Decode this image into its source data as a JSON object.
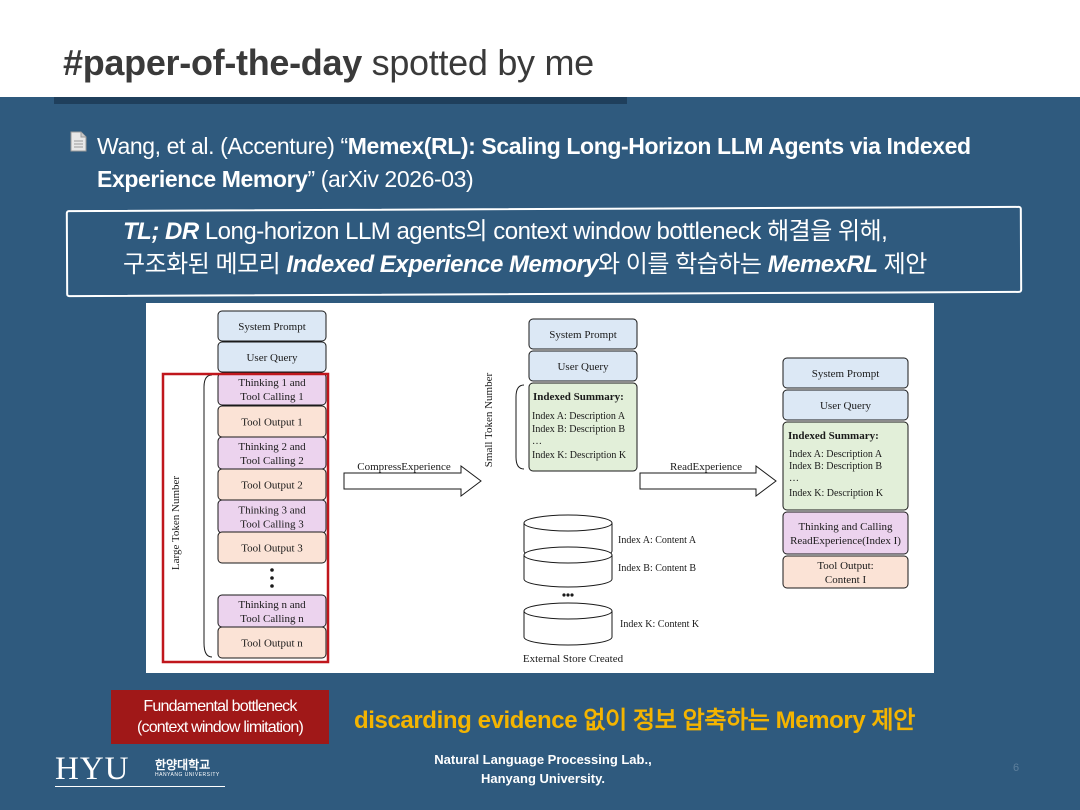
{
  "header": {
    "title_bold": "#paper-of-the-day",
    "title_rest": " spotted by me"
  },
  "citation": {
    "prefix": "Wang, et al. (Accenture) “",
    "title": "Memex(RL): Scaling Long-Horizon LLM Agents via Indexed Experience Memory",
    "suffix": "” (arXiv 2026-03)"
  },
  "tldr": {
    "label": "TL; DR",
    "line1": " Long-horizon LLM agents의 context window bottleneck 해결을 위해,",
    "line2_a": "구조화된 메모리 ",
    "line2_em1": "Indexed Experience Memory",
    "line2_b": "와 이를 학습하는 ",
    "line2_em2": "MemexRL",
    "line2_c": " 제안"
  },
  "figure": {
    "left_stack": [
      "System Prompt",
      "User Query",
      "Thinking 1 and|Tool Calling 1",
      "Tool Output 1",
      "Thinking 2 and|Tool Calling 2",
      "Tool Output 2",
      "Thinking 3 and|Tool Calling 3",
      "Tool Output 3",
      "Thinking n and|Tool Calling n",
      "Tool Output n"
    ],
    "large_label": "Large Token Number",
    "small_label": "Small Token Number",
    "compress_label": "CompressExperience",
    "read_label": "ReadExperience",
    "mid_stack": [
      "System Prompt",
      "User Query"
    ],
    "summary_title": "Indexed Summary:",
    "summary_lines": [
      "Index A: Description A",
      "Index B: Description B",
      "…",
      "Index K: Description K"
    ],
    "store_labels": [
      "Index A: Content A",
      "Index B: Content B",
      "Index K: Content K"
    ],
    "store_caption": "External Store Created",
    "right_stack": [
      "System Prompt",
      "User Query"
    ],
    "thinking_box": "Thinking and Calling|ReadExperience(Index I)",
    "tool_output_box": "Tool Output:|Content I",
    "colors": {
      "prompt": "#dce8f5",
      "thinking": "#ecd3ee",
      "output": "#fbe3d6",
      "summary": "#e2efd9",
      "frame": "#c0161c"
    }
  },
  "bottleneck": {
    "line1": "Fundamental bottleneck",
    "line2": "(context window limitation)"
  },
  "highlight": "discarding evidence 없이 정보 압축하는 Memory 제안",
  "logo": {
    "main": "HYU",
    "korean": "한양대학교",
    "english": "HANYANG UNIVERSITY"
  },
  "footer": {
    "line1": "Natural Language Processing Lab.,",
    "line2": "Hanyang University."
  },
  "page_number": "6",
  "colors": {
    "background": "#2f5a7e",
    "accent": "#f4b400",
    "bottleneck": "#a01818"
  }
}
